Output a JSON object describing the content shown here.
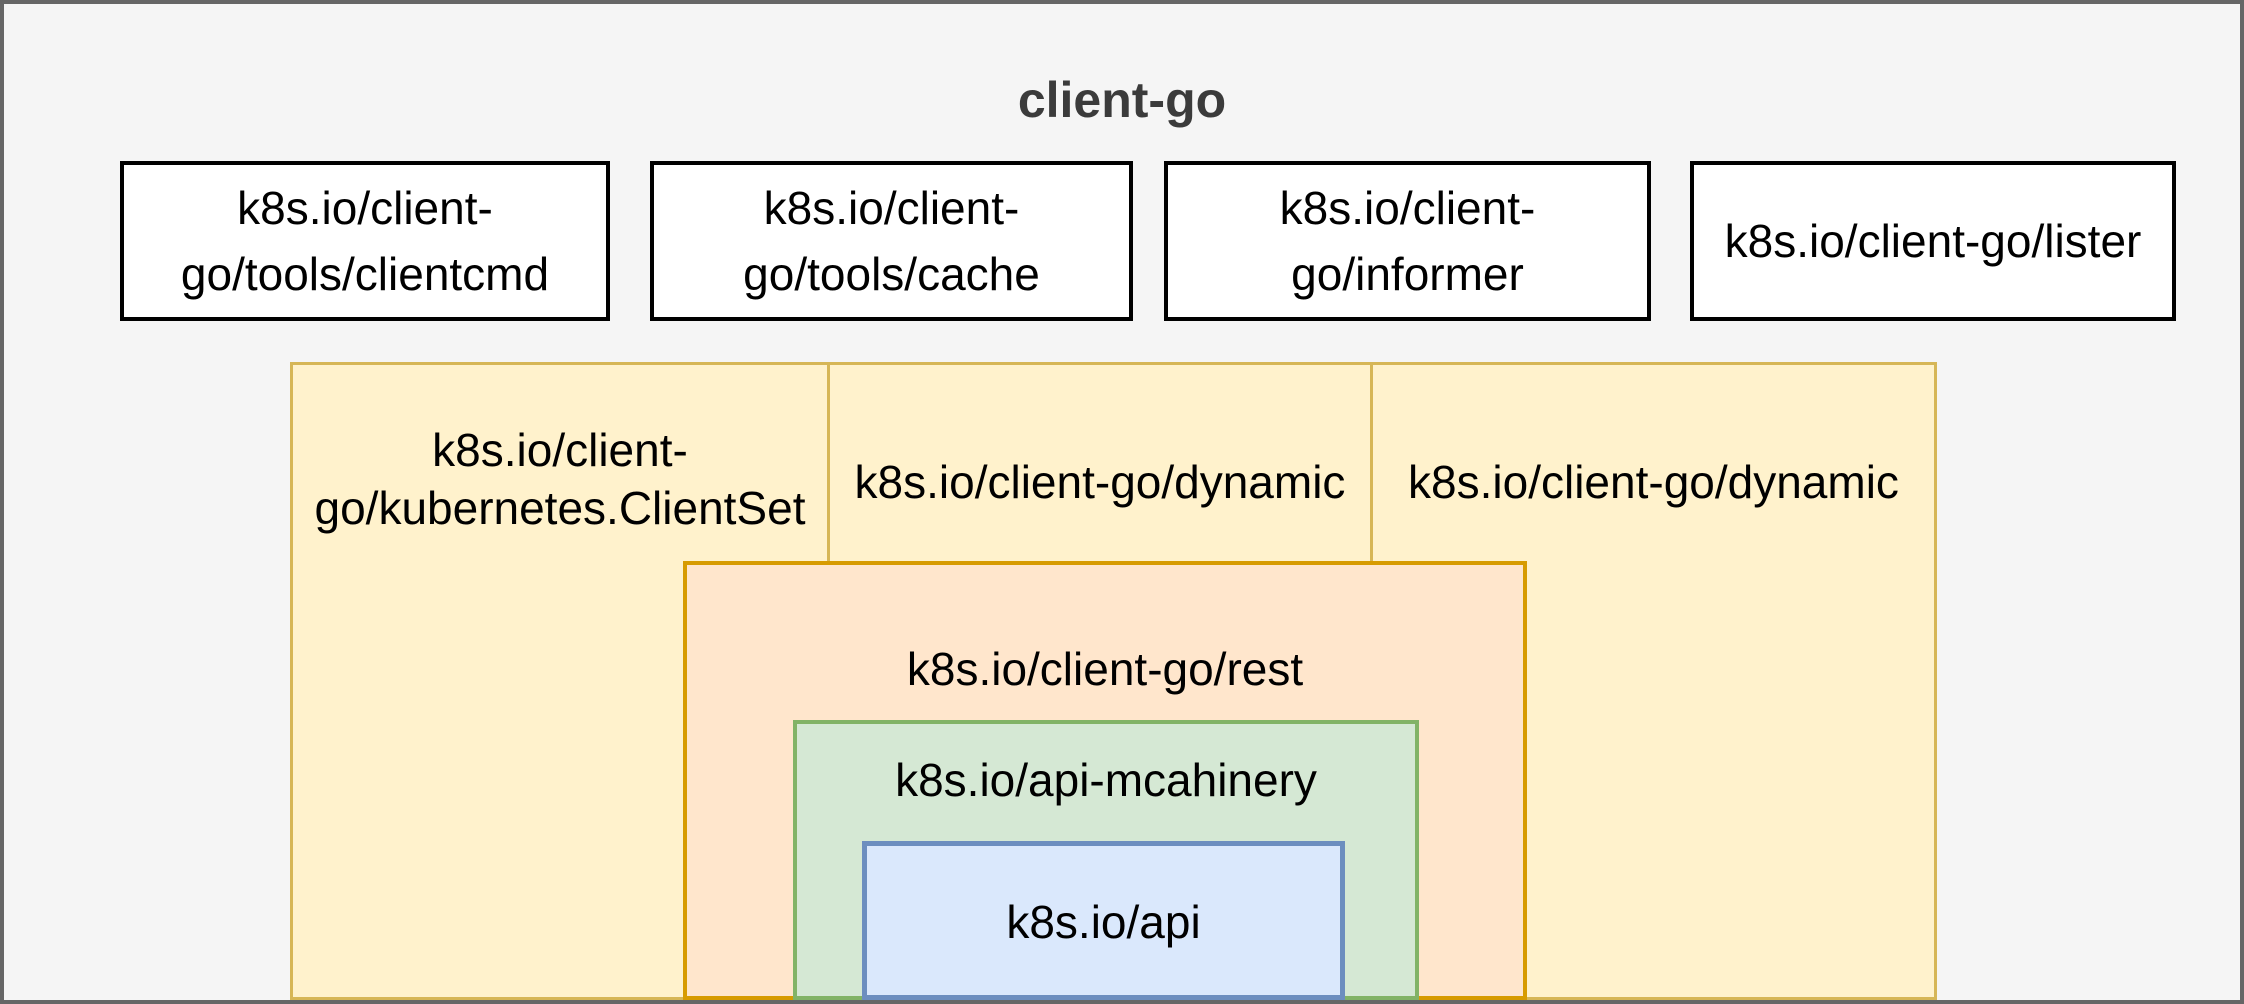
{
  "title": "client-go",
  "colors": {
    "page-bg": "#f5f5f5",
    "frame": "#666666",
    "title-text": "#3b3b3b",
    "text": "#000000",
    "box-fill": "#ffffff",
    "box-border": "#000000",
    "yellow-fill": "#fff2cc",
    "yellow-border": "#d6b656",
    "orange-fill": "#ffe6cc",
    "orange-border": "#d79b00",
    "green-fill": "#d5e8d4",
    "green-border": "#82b366",
    "blue-fill": "#dae8fc",
    "blue-border": "#6c8ebf"
  },
  "top_boxes": [
    {
      "label": [
        "k8s.io/client-",
        "go/tools/clientcmd"
      ]
    },
    {
      "label": [
        "k8s.io/client-",
        "go/tools/cache"
      ]
    },
    {
      "label": [
        "k8s.io/client-",
        "go/informer"
      ]
    },
    {
      "label": [
        "k8s.io/client-go/lister"
      ]
    }
  ],
  "nested": {
    "clientset": [
      "k8s.io/client-",
      "go/kubernetes.ClientSet"
    ],
    "dynamic_middle": [
      "k8s.io/client-go/dynamic"
    ],
    "dynamic_right": [
      "k8s.io/client-go/dynamic"
    ],
    "rest": [
      "k8s.io/client-go/rest"
    ],
    "api_machinery": [
      "k8s.io/api-mcahinery"
    ],
    "api": [
      "k8s.io/api"
    ]
  }
}
